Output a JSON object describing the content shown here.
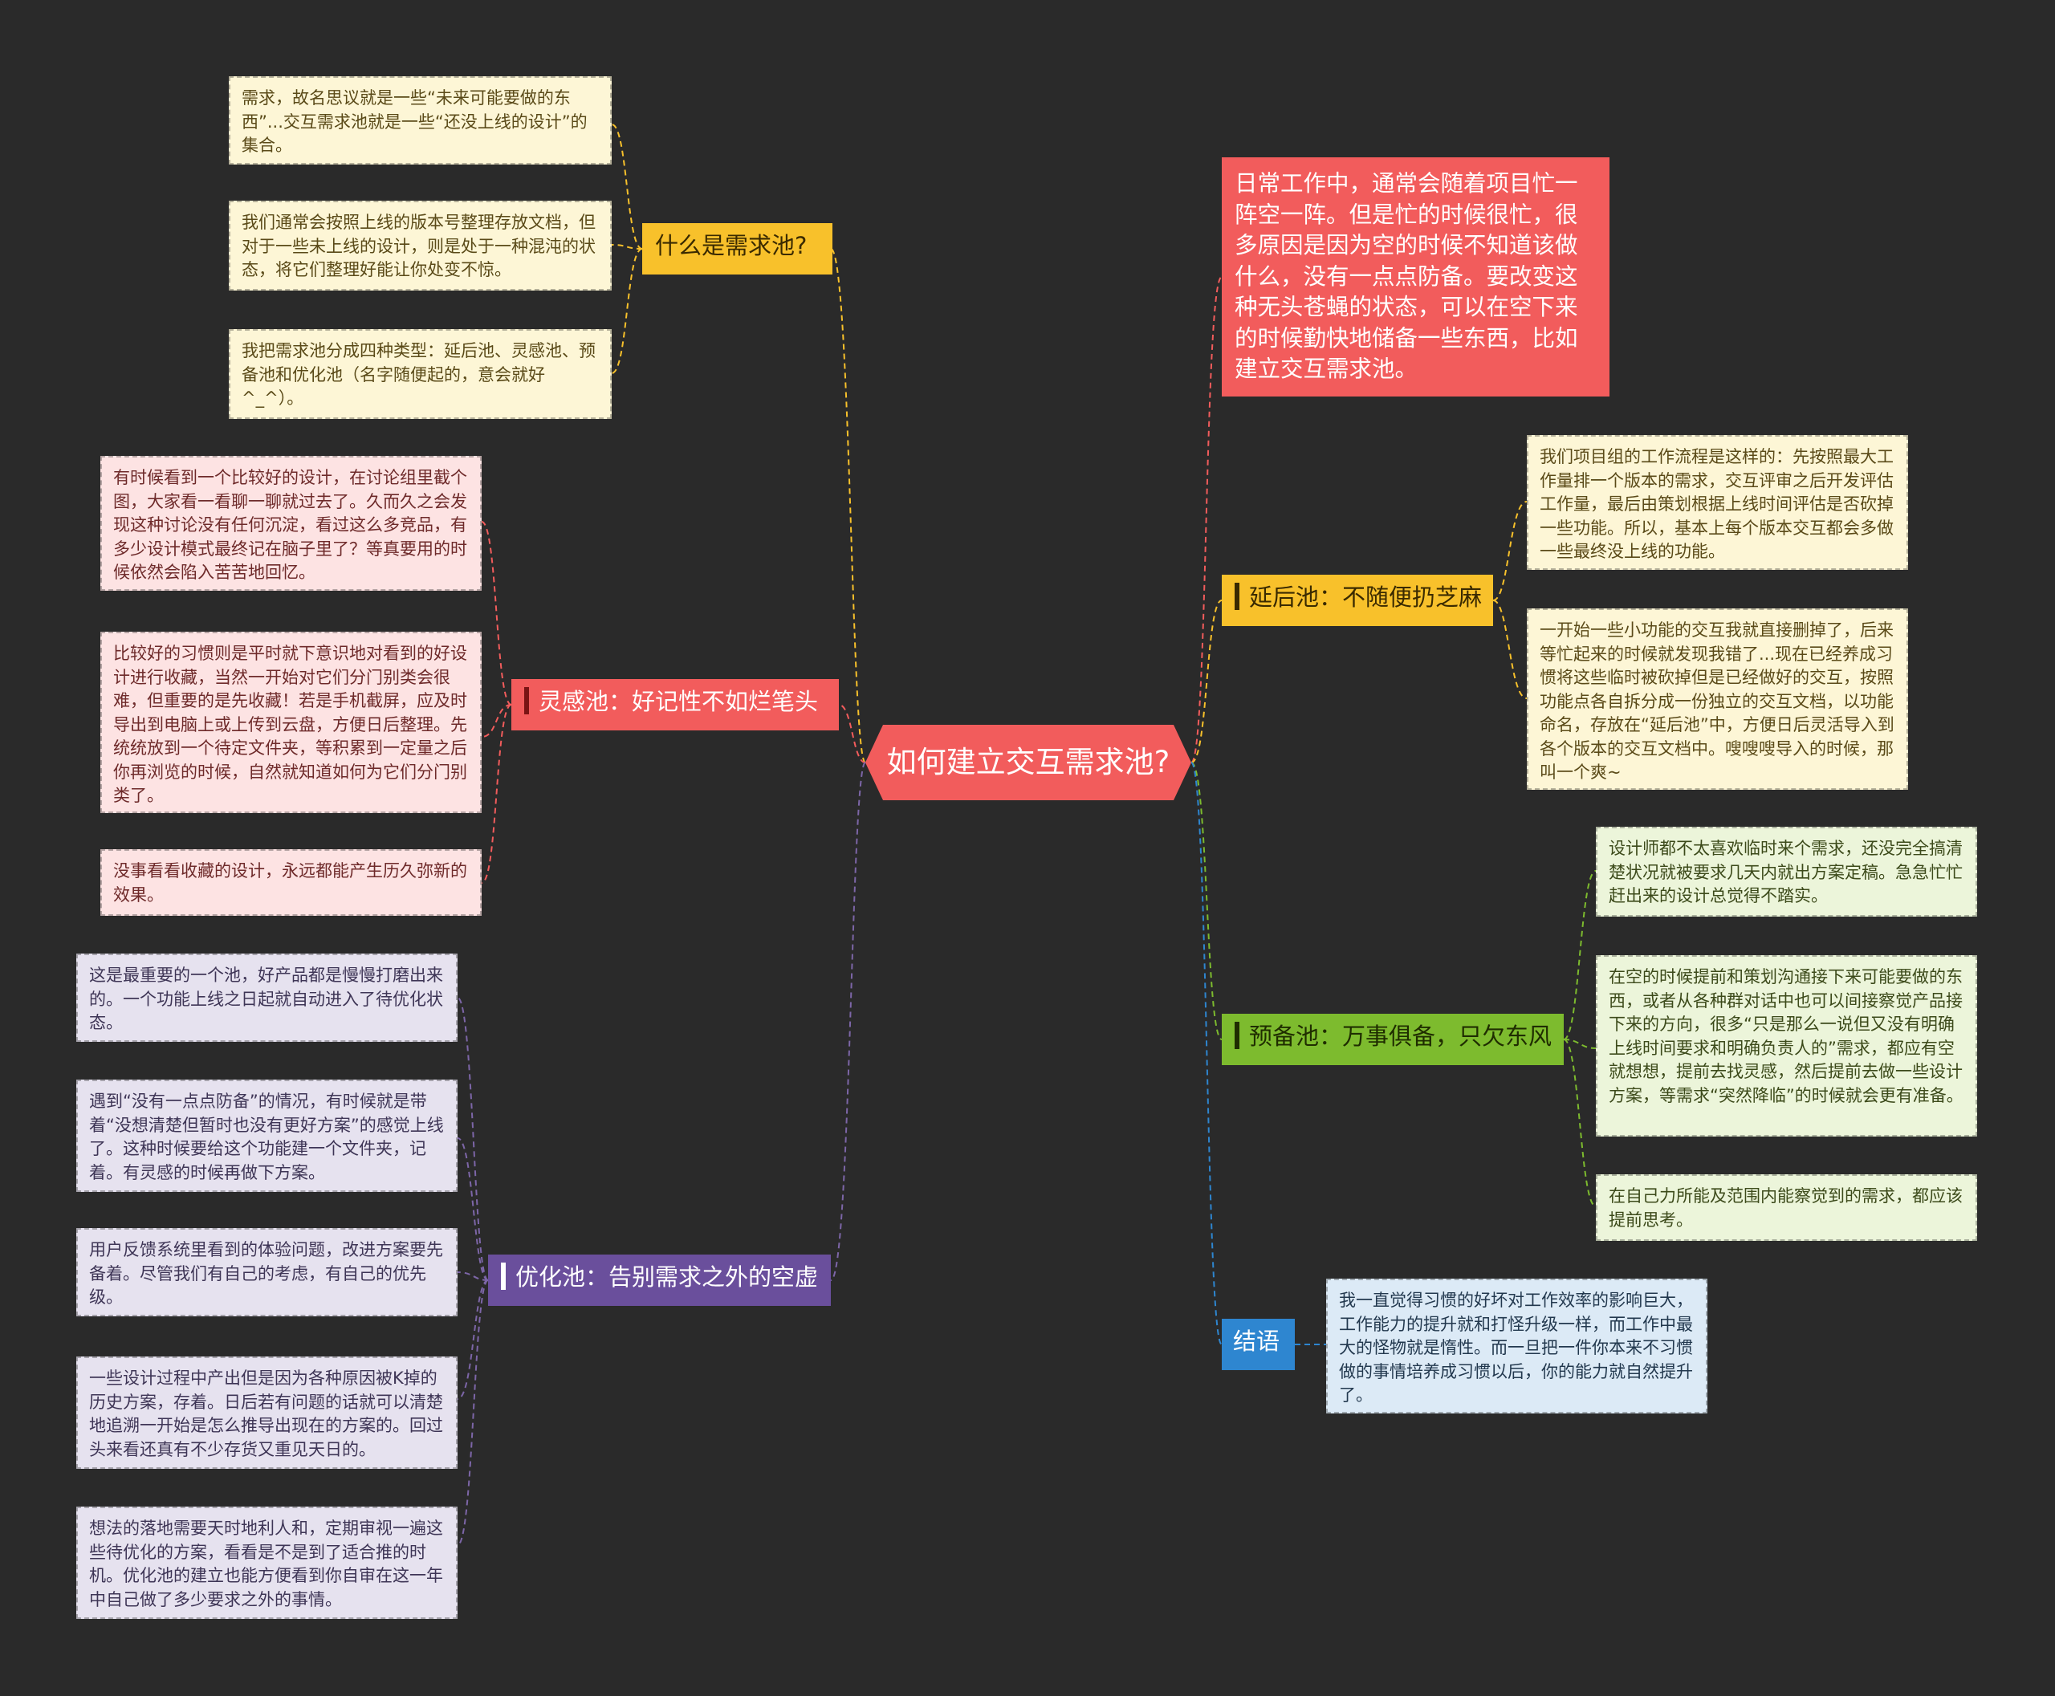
{
  "colors": {
    "background": "#2a2a2a",
    "root": "#f25c5c",
    "yellow": "#f8c12b",
    "pink": "#f25c5c",
    "purple": "#6a4f9c",
    "orange": "#f8c12b",
    "green": "#7dbb2e",
    "blue": "#2e86d0"
  },
  "root": {
    "title": "如何建立交互需求池?"
  },
  "intro": {
    "text": "日常工作中，通常会随着项目忙一阵空一阵。但是忙的时候很忙，很多原因是因为空的时候不知道该做什么，没有一点点防备。要改变这种无头苍蝇的状态，可以在空下来的时候勤快地储备一些东西，比如建立交互需求池。"
  },
  "branches": {
    "what": {
      "title": "什么是需求池?",
      "leaves": [
        "需求，故名思议就是一些“未来可能要做的东西”...交互需求池就是一些“还没上线的设计”的集合。",
        "我们通常会按照上线的版本号整理存放文档，但对于一些未上线的设计，则是处于一种混沌的状态，将它们整理好能让你处变不惊。",
        "我把需求池分成四种类型：延后池、灵感池、预备池和优化池（名字随便起的，意会就好^_^）。"
      ]
    },
    "inspire": {
      "title": "灵感池：好记性不如烂笔头",
      "leaves": [
        "有时候看到一个比较好的设计，在讨论组里截个图，大家看一看聊一聊就过去了。久而久之会发现这种讨论没有任何沉淀，看过这么多竞品，有多少设计模式最终记在脑子里了？等真要用的时候依然会陷入苦苦地回忆。",
        "比较好的习惯则是平时就下意识地对看到的好设计进行收藏，当然一开始对它们分门别类会很难，但重要的是先收藏！若是手机截屏，应及时导出到电脑上或上传到云盘，方便日后整理。先统统放到一个待定文件夹，等积累到一定量之后你再浏览的时候，自然就知道如何为它们分门别类了。",
        "没事看看收藏的设计，永远都能产生历久弥新的效果。"
      ]
    },
    "optimize": {
      "title": "优化池：告别需求之外的空虚",
      "leaves": [
        "这是最重要的一个池，好产品都是慢慢打磨出来的。一个功能上线之日起就自动进入了待优化状态。",
        "遇到“没有一点点防备”的情况，有时候就是带着“没想清楚但暂时也没有更好方案”的感觉上线了。这种时候要给这个功能建一个文件夹，记着。有灵感的时候再做下方案。",
        "用户反馈系统里看到的体验问题，改进方案要先备着。尽管我们有自己的考虑，有自己的优先级。",
        "一些设计过程中产出但是因为各种原因被K掉的历史方案，存着。日后若有问题的话就可以清楚地追溯一开始是怎么推导出现在的方案的。回过头来看还真有不少存货又重见天日的。",
        "想法的落地需要天时地利人和，定期审视一遍这些待优化的方案，看看是不是到了适合推的时机。优化池的建立也能方便看到你自审在这一年中自己做了多少要求之外的事情。"
      ]
    },
    "delay": {
      "title": "延后池：不随便扔芝麻",
      "leaves": [
        "我们项目组的工作流程是这样的：先按照最大工作量排一个版本的需求，交互评审之后开发评估工作量，最后由策划根据上线时间评估是否砍掉一些功能。所以，基本上每个版本交互都会多做一些最终没上线的功能。",
        "一开始一些小功能的交互我就直接删掉了，后来等忙起来的时候就发现我错了...现在已经养成习惯将这些临时被砍掉但是已经做好的交互，按照功能点各自拆分成一份独立的交互文档，以功能命名，存放在“延后池”中，方便日后灵活导入到各个版本的交互文档中。嗖嗖嗖导入的时候，那叫一个爽~"
      ]
    },
    "reserve": {
      "title": "预备池：万事俱备，只欠东风",
      "leaves": [
        "设计师都不太喜欢临时来个需求，还没完全搞清楚状况就被要求几天内就出方案定稿。急急忙忙赶出来的设计总觉得不踏实。",
        "在空的时候提前和策划沟通接下来可能要做的东西，或者从各种群对话中也可以间接察觉产品接下来的方向，很多“只是那么一说但又没有明确上线时间要求和明确负责人的”需求，都应有空就想想，提前去找灵感，然后提前去做一些设计方案，等需求“突然降临”的时候就会更有准备。",
        "在自己力所能及范围内能察觉到的需求，都应该提前思考。"
      ]
    },
    "conclusion": {
      "title": "结语",
      "leaves": [
        "我一直觉得习惯的好坏对工作效率的影响巨大，工作能力的提升就和打怪升级一样，而工作中最大的怪物就是惰性。而一旦把一件你本来不习惯做的事情培养成习惯以后，你的能力就自然提升了。"
      ]
    }
  }
}
